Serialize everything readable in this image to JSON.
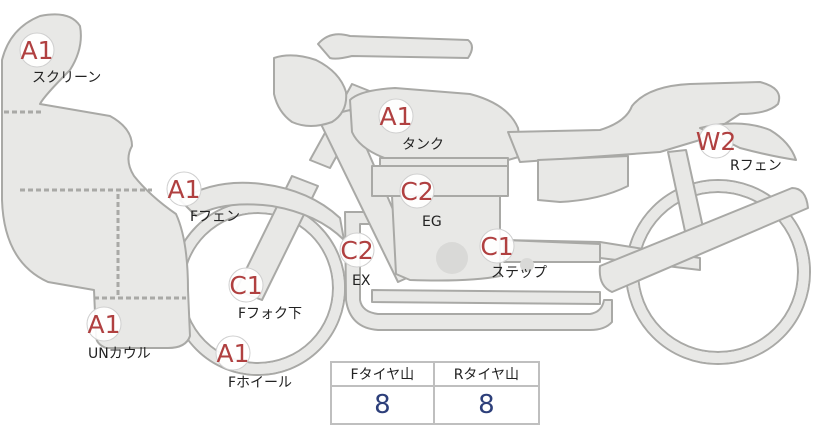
{
  "parts": {
    "screen": {
      "label": "スクリーン",
      "grade": "A1"
    },
    "tank": {
      "label": "タンク",
      "grade": "A1"
    },
    "rear_fender": {
      "label": "Rフェン",
      "grade": "W2"
    },
    "front_fender": {
      "label": "Fフェン",
      "grade": "A1"
    },
    "engine": {
      "label": "EG",
      "grade": "C2"
    },
    "exhaust": {
      "label": "EX",
      "grade": "C2"
    },
    "step": {
      "label": "ステップ",
      "grade": "C1"
    },
    "front_fork": {
      "label": "Fフォク下",
      "grade": "C1"
    },
    "under_cowl": {
      "label": "UNカウル",
      "grade": "A1"
    },
    "front_wheel": {
      "label": "Fホイール",
      "grade": "A1"
    }
  },
  "tire_table": {
    "headers": [
      "Fタイヤ山",
      "Rタイヤ山"
    ],
    "values": [
      "8",
      "8"
    ]
  },
  "colors": {
    "grade_text": "#b04040",
    "tire_value": "#2d3f7a",
    "body_fill": "#e8e8e6",
    "outline": "#a9a9a6"
  }
}
